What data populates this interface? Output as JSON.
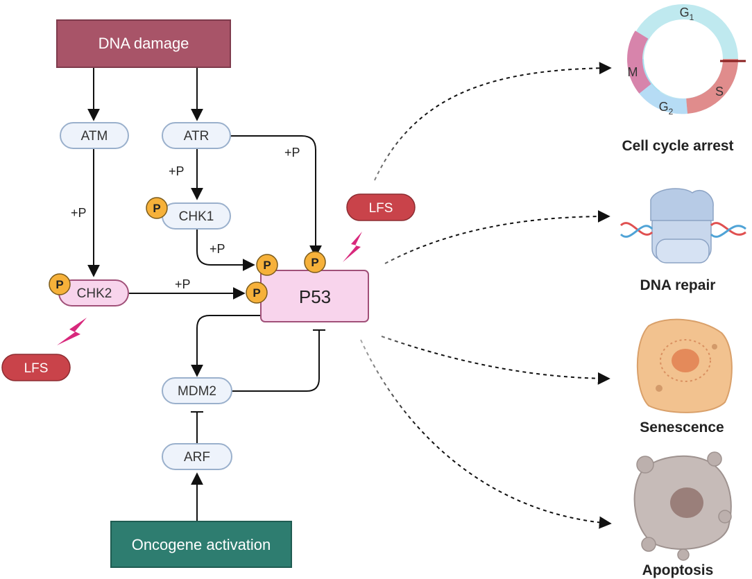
{
  "nodes": {
    "dna_damage": "DNA damage",
    "oncogene_activation": "Oncogene activation",
    "atm": "ATM",
    "atr": "ATR",
    "chk1": "CHK1",
    "chk2": "CHK2",
    "p53": "P53",
    "mdm2": "MDM2",
    "arf": "ARF",
    "lfs_top": "LFS",
    "lfs_bottom": "LFS"
  },
  "edge_labels": {
    "atr_chk1": "+P",
    "atm_chk2": "+P",
    "atr_p53": "+P",
    "chk1_p53": "+P",
    "chk2_p53": "+P"
  },
  "phospho_symbol": "P",
  "outcomes": {
    "cell_cycle_arrest": "Cell cycle arrest",
    "dna_repair": "DNA repair",
    "senescence": "Senescence",
    "apoptosis": "Apoptosis"
  },
  "cell_cycle_phases": {
    "g1": "G",
    "g1_sub": "1",
    "s": "S",
    "g2": "G",
    "g2_sub": "2",
    "m": "M"
  },
  "colors": {
    "dna_damage_fill": "#a85468",
    "oncogene_fill": "#2e7d70",
    "protein_fill": "#eef3fb",
    "protein_stroke": "#9ab0cc",
    "p53_fill": "#f8d4ec",
    "p53_stroke": "#a05078",
    "phospho_fill": "#f6b13a",
    "lfs_fill": "#c9434a",
    "lightning": "#d8287c"
  }
}
